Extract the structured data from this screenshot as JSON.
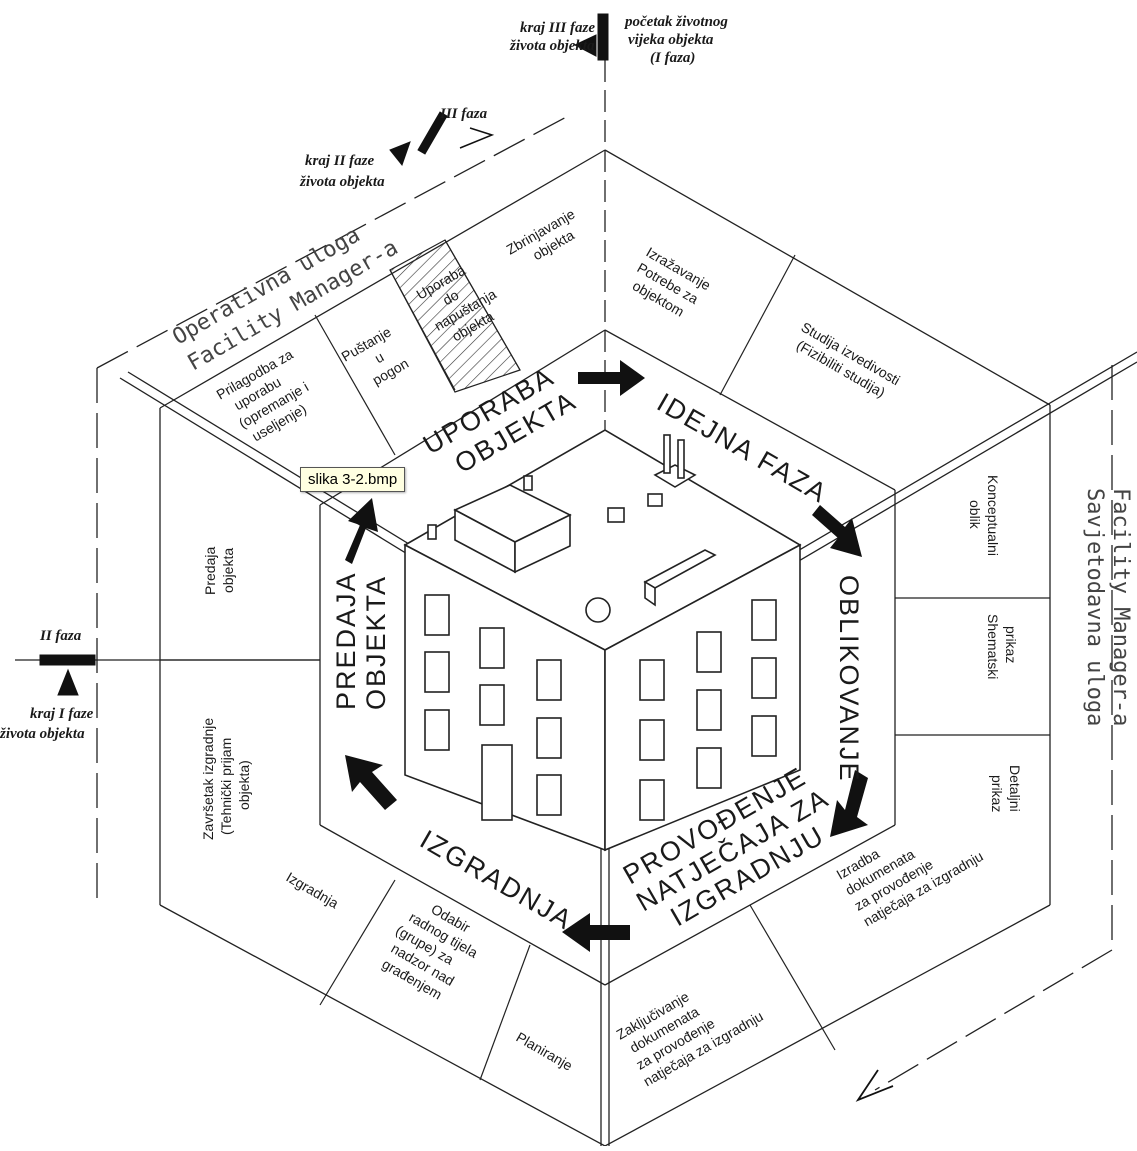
{
  "phases": {
    "top": [
      "UPORABA",
      "OBJEKTA"
    ],
    "idejna": "IDEJNA FAZA",
    "oblikovanje": "OBLIKOVANJE",
    "provodenje": [
      "PROVOĐENJE",
      "NATJEČAJA ZA",
      "IZGRADNJU"
    ],
    "izgradnja": "IZGRADNJA",
    "predaja": [
      "PREDAJA",
      "OBJEKTA"
    ]
  },
  "roles": {
    "operativna": [
      "Operativna uloga",
      "Facility Manager-a"
    ],
    "savjetodavna": [
      "Savjetodavna uloga",
      "Facility Manager-a"
    ]
  },
  "steps": {
    "prilagodba": [
      "Prilagodba za",
      "uporabu",
      "(opremanje i",
      "useljenje)"
    ],
    "pustanje": [
      "Puštanje",
      "u",
      "pogon"
    ],
    "uporaba": [
      "Uporaba",
      "do",
      "napuštanja",
      "objekta"
    ],
    "zbrinjavanje": [
      "Zbrinjavanje",
      "objekta"
    ],
    "izrazavanje": [
      "Izražavanje",
      "Potrebe za",
      "objektom"
    ],
    "studija": [
      "Studija izvedivosti",
      "(Fizibiliti studija)"
    ],
    "konceptualni": [
      "Konceptualni",
      "oblik"
    ],
    "shematski": [
      "Shematski",
      "prikaz"
    ],
    "detaljni": [
      "Detaljni",
      "prikaz"
    ],
    "izradba": [
      "Izradba",
      "dokumenata",
      "za provođenje",
      "natječaja za izgradnju"
    ],
    "zakljucivanje": [
      "Zaključivanje",
      "dokumenata",
      "za provođenje",
      "natječaja za izgradnju"
    ],
    "planiranje": "Planiranje",
    "odabir": [
      "Odabir",
      "radnog tijela",
      "(grupe) za",
      "nadzor nad",
      "građenjem"
    ],
    "izgradnja": "Izgradnja",
    "zavrsetak": [
      "Završetak izgradnje",
      "(Tehnički prijam",
      "objekta)"
    ],
    "predaja": [
      "Predaja",
      "objekta"
    ]
  },
  "markers": {
    "kraj3": [
      "kraj III faze",
      "života objekta"
    ],
    "pocetak": [
      "početak životnog",
      "vijeka objekta",
      "(I faza)"
    ],
    "iii_faza": "III faza",
    "kraj2": [
      "kraj II faze",
      "života objekta"
    ],
    "ii_faza": "II faza",
    "kraj1": [
      "kraj I faze",
      "života objekta"
    ]
  },
  "tooltip": "slika 3-2.bmp"
}
